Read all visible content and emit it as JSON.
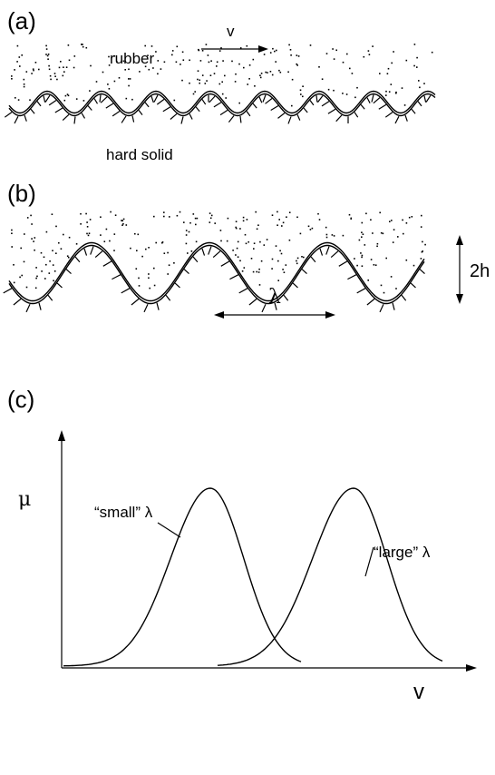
{
  "panel_a": {
    "label": "(a)",
    "velocity_label": "v",
    "rubber_label": "rubber",
    "solid_label": "hard solid"
  },
  "panel_b": {
    "label": "(b)",
    "height_label": "2h",
    "wavelength_label": "λ"
  },
  "panel_c": {
    "label": "(c)",
    "y_axis_label": "μ",
    "x_axis_label": "v",
    "curve_small_label": "“small” λ",
    "curve_large_label": "“large” λ"
  },
  "colors": {
    "ink": "#000000",
    "background": "#ffffff"
  }
}
